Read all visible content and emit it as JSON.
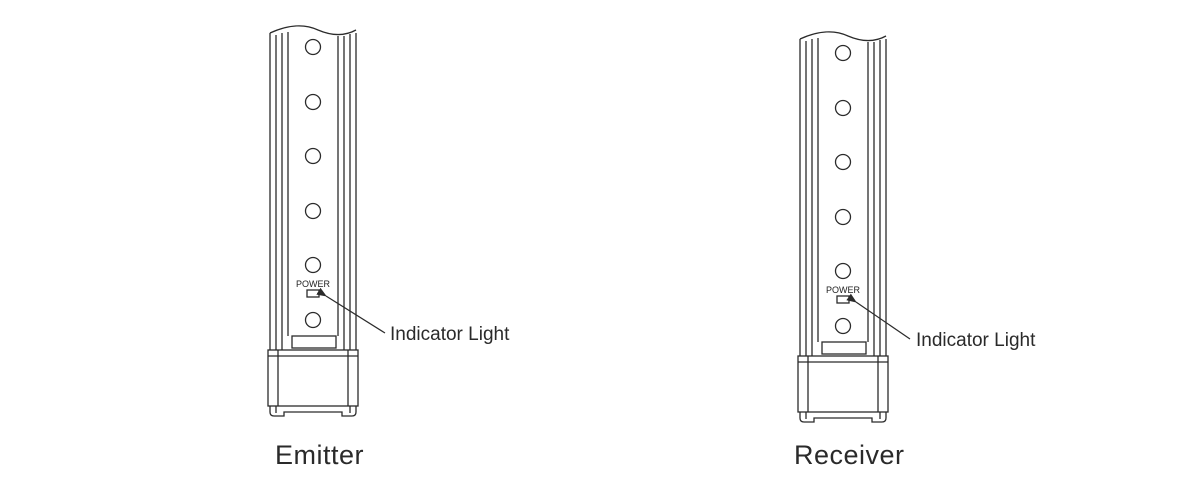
{
  "emitter": {
    "caption": "Emitter",
    "power_label": "POWER",
    "callout_label": "Indicator Light"
  },
  "receiver": {
    "caption": "Receiver",
    "power_label": "POWER",
    "callout_label": "Indicator Light"
  },
  "colors": {
    "line": "#2b2b2b",
    "text": "#2a2a2a",
    "background": "#ffffff"
  }
}
